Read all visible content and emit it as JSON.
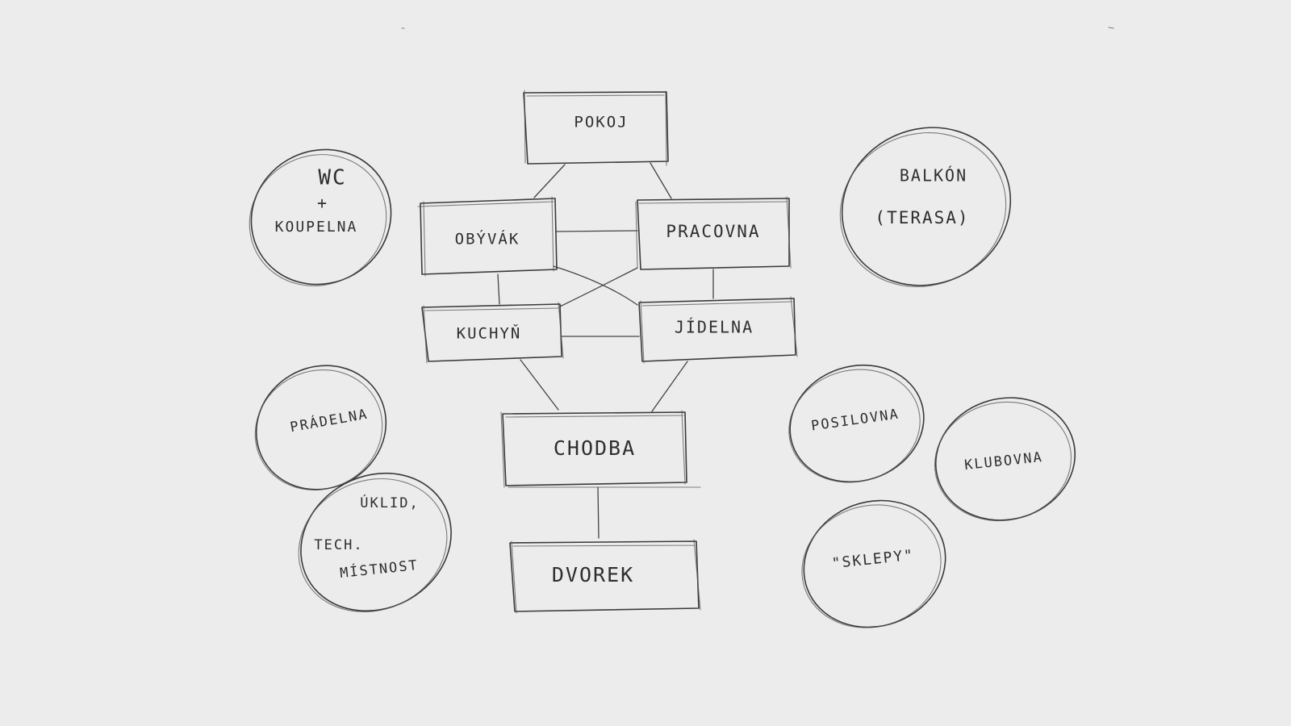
{
  "rooms": {
    "pokoj": "POKOJ",
    "obyvak": "OBÝVÁK",
    "pracovna": "PRACOVNA",
    "kuchyn": "KUCHYŇ",
    "jidelna": "JÍDELNA",
    "chodba": "CHODBA",
    "dvorek": "DVOREK"
  },
  "bubbles": {
    "wc_line1": "WC",
    "wc_line2": "+",
    "wc_line3": "KOUPELNA",
    "balkon_line1": "BALKÓN",
    "balkon_line2": "(TERASA)",
    "pradelna": "PRÁDELNA",
    "uklid_line1": "ÚKLID,",
    "uklid_line2": "TECH.",
    "uklid_line3": "MÍSTNOST",
    "posilovna": "POSILOVNA",
    "klubovna": "KLUBOVNA",
    "sklepy": "\"SKLEPY\""
  }
}
